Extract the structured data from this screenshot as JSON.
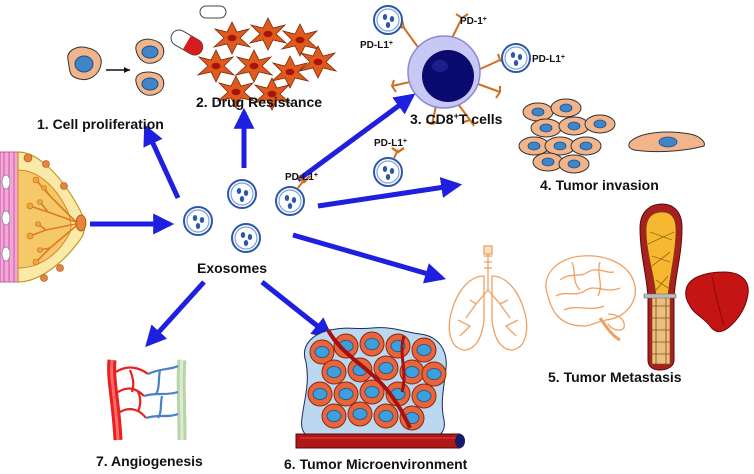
{
  "labels": {
    "cell_proliferation": "1. Cell proliferation",
    "drug_resistance": "2. Drug Resistance",
    "cd8_prefix": "3. CD8",
    "cd8_sup": "+",
    "cd8_suffix": "T cells",
    "tumor_invasion": "4. Tumor invasion",
    "tumor_metastasis": "5. Tumor Metastasis",
    "tumor_microenvironment": "6. Tumor Microenvironment",
    "angiogenesis": "7. Angiogenesis",
    "exosomes": "Exosomes"
  },
  "markers": {
    "pd1": "PD-1",
    "pdl1": "PD-L1",
    "sup": "+"
  },
  "colors": {
    "arrow": "#1f1fe0",
    "tumor_cell": "#f2b48a",
    "nucleus": "#3f86c8",
    "drug_cell": "#e05a1e",
    "tcell": "#0a0a6e",
    "vessel": "#b01818",
    "skin": "#f4a6d8"
  }
}
